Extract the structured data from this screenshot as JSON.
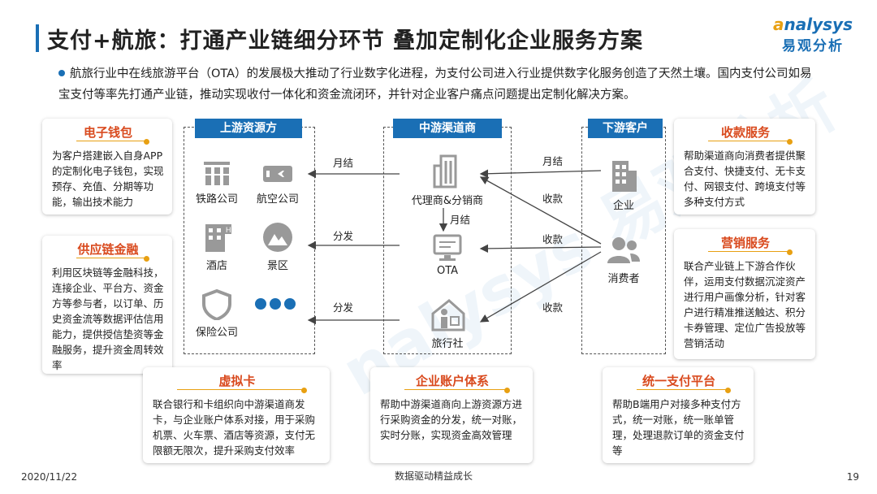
{
  "header": {
    "title": "支付+航旅：打通产业链细分环节 叠加定制化企业服务方案",
    "logo_en": "nalysys",
    "logo_en_prefix": "a",
    "logo_cn": "易观分析"
  },
  "intro": "航旅行业中在线旅游平台（OTA）的发展极大推动了行业数字化进程，为支付公司进入行业提供数字化服务创造了天然土壤。国内支付公司如易宝支付等率先打通产业链，推动实现收付一体化和资金流闭环，并针对企业客户痛点问题提出定制化解决方案。",
  "cards": {
    "ewallet": {
      "title": "电子钱包",
      "body": "为客户搭建嵌入自身APP的定制化电子钱包，实现预存、充值、分期等功能，输出技术能力"
    },
    "supply": {
      "title": "供应链金融",
      "body": "利用区块链等金融科技，连接企业、平台方、资金方等参与者，以订单、历史资金流等数据评估信用能力，提供授信垫资等金融服务，提升资金周转效率"
    },
    "collect": {
      "title": "收款服务",
      "body": "帮助渠道商向消费者提供聚合支付、快捷支付、无卡支付、网银支付、跨境支付等多种支付方式"
    },
    "marketing": {
      "title": "营销服务",
      "body": "联合产业链上下游合作伙伴，运用支付数据沉淀资产进行用户画像分析，针对客户进行精准推送触达、积分卡券管理、定位广告投放等营销活动"
    },
    "vcard": {
      "title": "虚拟卡",
      "body": "联合银行和卡组织向中游渠道商发卡，与企业账户体系对接，用于采购机票、火车票、酒店等资源，支付无限额无限次，提升采购支付效率"
    },
    "account": {
      "title": "企业账户体系",
      "body": "帮助中游渠道商向上游资源方进行采购资金的分发，统一对账，实时分账，实现资金高效管理"
    },
    "unified": {
      "title": "统一支付平台",
      "body": "帮助B端用户对接多种支付方式，统一对账，统一账单管理，处理退款订单的资金支付等"
    }
  },
  "columns": {
    "upstream": {
      "title": "上游资源方",
      "nodes": {
        "rail": "铁路公司",
        "air": "航空公司",
        "hotel": "酒店",
        "scenic": "景区",
        "insurance": "保险公司"
      }
    },
    "midstream": {
      "title": "中游渠道商",
      "nodes": {
        "agent": "代理商&分销商",
        "ota": "OTA",
        "travel": "旅行社"
      }
    },
    "downstream": {
      "title": "下游客户",
      "nodes": {
        "enterprise": "企业",
        "consumer": "消费者"
      }
    }
  },
  "flows": {
    "monthly_up": "月结",
    "distribute_1": "分发",
    "distribute_2": "分发",
    "monthly_mid": "月结",
    "monthly_right": "月结",
    "collect_1": "收款",
    "collect_2": "收款",
    "collect_3": "收款"
  },
  "footer": {
    "date": "2020/11/22",
    "slogan": "数据驱动精益成长",
    "page": "19"
  },
  "watermark": "nalysys 易观分析"
}
